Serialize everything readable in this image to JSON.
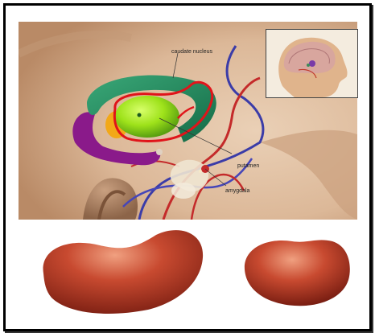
{
  "labels": {
    "caudate": "caudate nucleus",
    "putamen": "putamen",
    "amygdala": "amygdala"
  },
  "colors": {
    "background": "#e4c4a6",
    "caudate_green": "#1e8a5c",
    "putamen_lime": "#9ee21a",
    "highlight_outline": "#e0141a",
    "amygdala_purple": "#8a1a8a",
    "kidney_red": "#c0402a"
  }
}
